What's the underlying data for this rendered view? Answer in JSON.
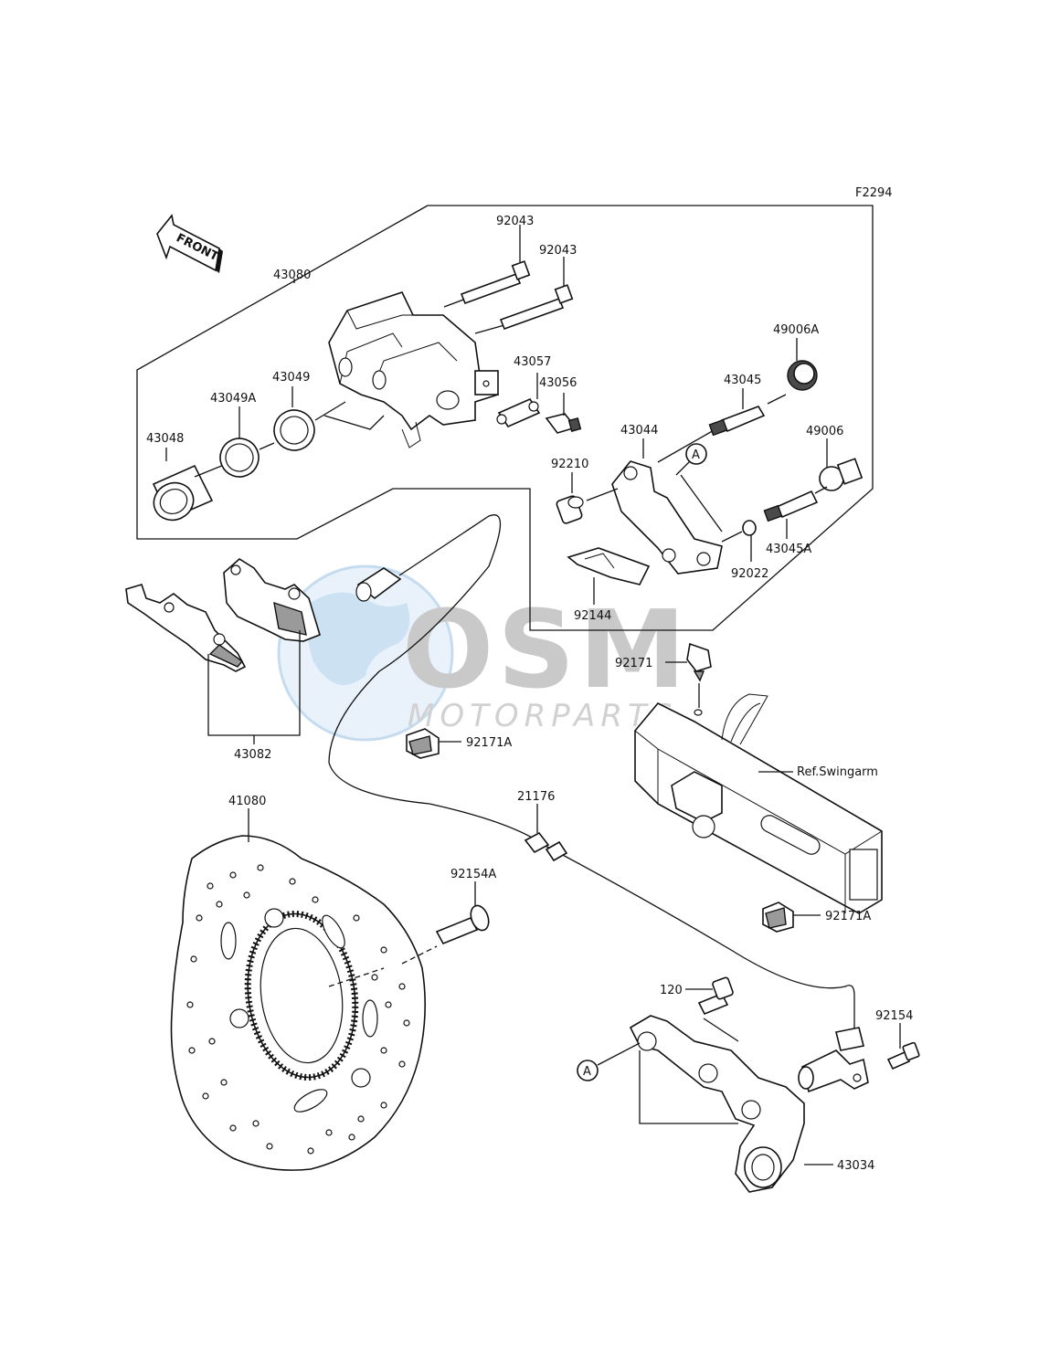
{
  "figure_code": "F2294",
  "front_label": "FRONT",
  "watermark": {
    "logo": "OSM",
    "sub": "MOTORPARTS",
    "color": "#5fa3d9"
  },
  "callouts": {
    "p43080": "43080",
    "p92043a": "92043",
    "p92043b": "92043",
    "p49006A": "49006A",
    "p43045": "43045",
    "p43057": "43057",
    "p43056": "43056",
    "p43049": "43049",
    "p43049A": "43049A",
    "p43048": "43048",
    "p43044": "43044",
    "p49006": "49006",
    "p92210": "92210",
    "p43045A": "43045A",
    "p92022": "92022",
    "p92144": "92144",
    "p43082": "43082",
    "p92171": "92171",
    "p92171A_top": "92171A",
    "p92171A_bottom": "92171A",
    "ref_swingarm": "Ref.Swingarm",
    "p21176": "21176",
    "p41080": "41080",
    "p92154A": "92154A",
    "p120": "120",
    "p92154": "92154",
    "p43034": "43034",
    "marker_a_top": "A",
    "marker_a_bottom": "A"
  }
}
